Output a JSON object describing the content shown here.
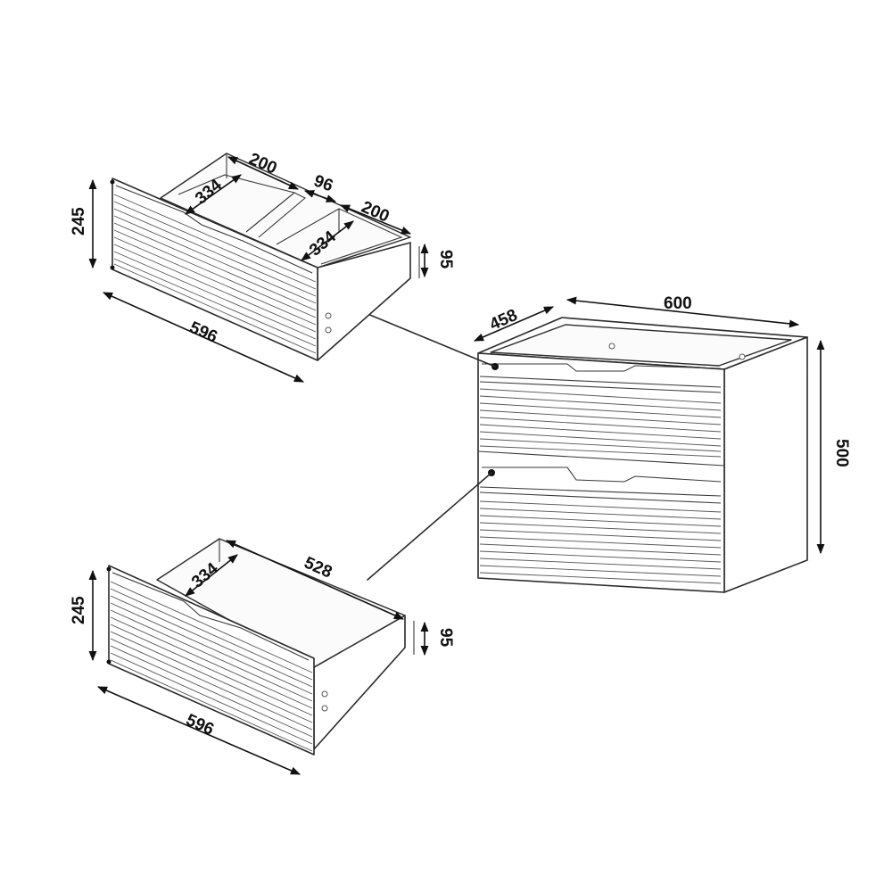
{
  "labels": {
    "cabinet_width": "600",
    "cabinet_depth": "458",
    "cabinet_height": "500",
    "top_drawer_width": "596",
    "top_drawer_height": "245",
    "top_drawer_inner_height": "95",
    "top_left_compartment_width": "200",
    "top_left_compartment_depth": "334",
    "top_divider": "96",
    "top_right_compartment_width": "200",
    "top_right_compartment_depth": "334",
    "bottom_drawer_width": "596",
    "bottom_drawer_height": "245",
    "bottom_drawer_inner_height": "95",
    "bottom_drawer_inner_width": "528",
    "bottom_drawer_depth": "334"
  }
}
